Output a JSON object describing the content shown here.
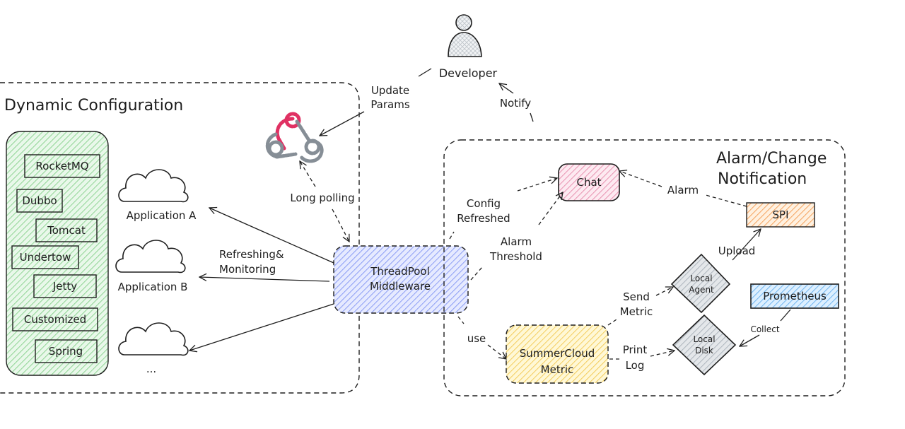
{
  "developer": {
    "label": "Developer"
  },
  "edges": {
    "update_params": [
      "Update",
      "Params"
    ],
    "notify": "Notify",
    "long_polling": "Long polling",
    "refreshing_monitoring": [
      "Refreshing&",
      "Monitoring"
    ],
    "config_refreshed": [
      "Config",
      "Refreshed"
    ],
    "alarm_threshold": [
      "Alarm",
      "Threshold"
    ],
    "alarm": "Alarm",
    "upload": "Upload",
    "send_metric": [
      "Send",
      "Metric"
    ],
    "collect": "Collect",
    "print_log": [
      "Print",
      "Log"
    ],
    "use": "use"
  },
  "dynamic_configuration": {
    "title": "Dynamic Configuration",
    "frameworks": [
      "RocketMQ",
      "Dubbo",
      "Tomcat",
      "Undertow",
      "Jetty",
      "Customized",
      "Spring"
    ]
  },
  "applications": [
    "Application A",
    "Application B",
    "..."
  ],
  "middleware": [
    "ThreadPool",
    "Middleware"
  ],
  "notification_group": {
    "title": [
      "Alarm/Change",
      "Notification"
    ],
    "chat": "Chat",
    "spi": "SPI",
    "local_agent": [
      "Local",
      "Agent"
    ],
    "local_disk": [
      "Local",
      "Disk"
    ],
    "prometheus": "Prometheus",
    "summercloud_metric": [
      "SummerCloud",
      "Metric"
    ]
  },
  "colors": {
    "stroke": "#1e1e1e",
    "green_fill": "#b2f2bb",
    "green_stroke": "#2f9e44",
    "blue_fill": "#a5b4fc",
    "blue_stroke": "#4263eb",
    "pink_fill": "#fcc2d7",
    "pink_stroke": "#c2255c",
    "orange_fill": "#ffc078",
    "orange_stroke": "#e8590c",
    "yellow_fill": "#ffec99",
    "yellow_stroke": "#f08c00",
    "gray_fill": "#ced4da",
    "sky_fill": "#74c0fc",
    "sky_stroke": "#1971c2",
    "webhook_pink": "#e03163",
    "webhook_gray": "#868e96"
  }
}
